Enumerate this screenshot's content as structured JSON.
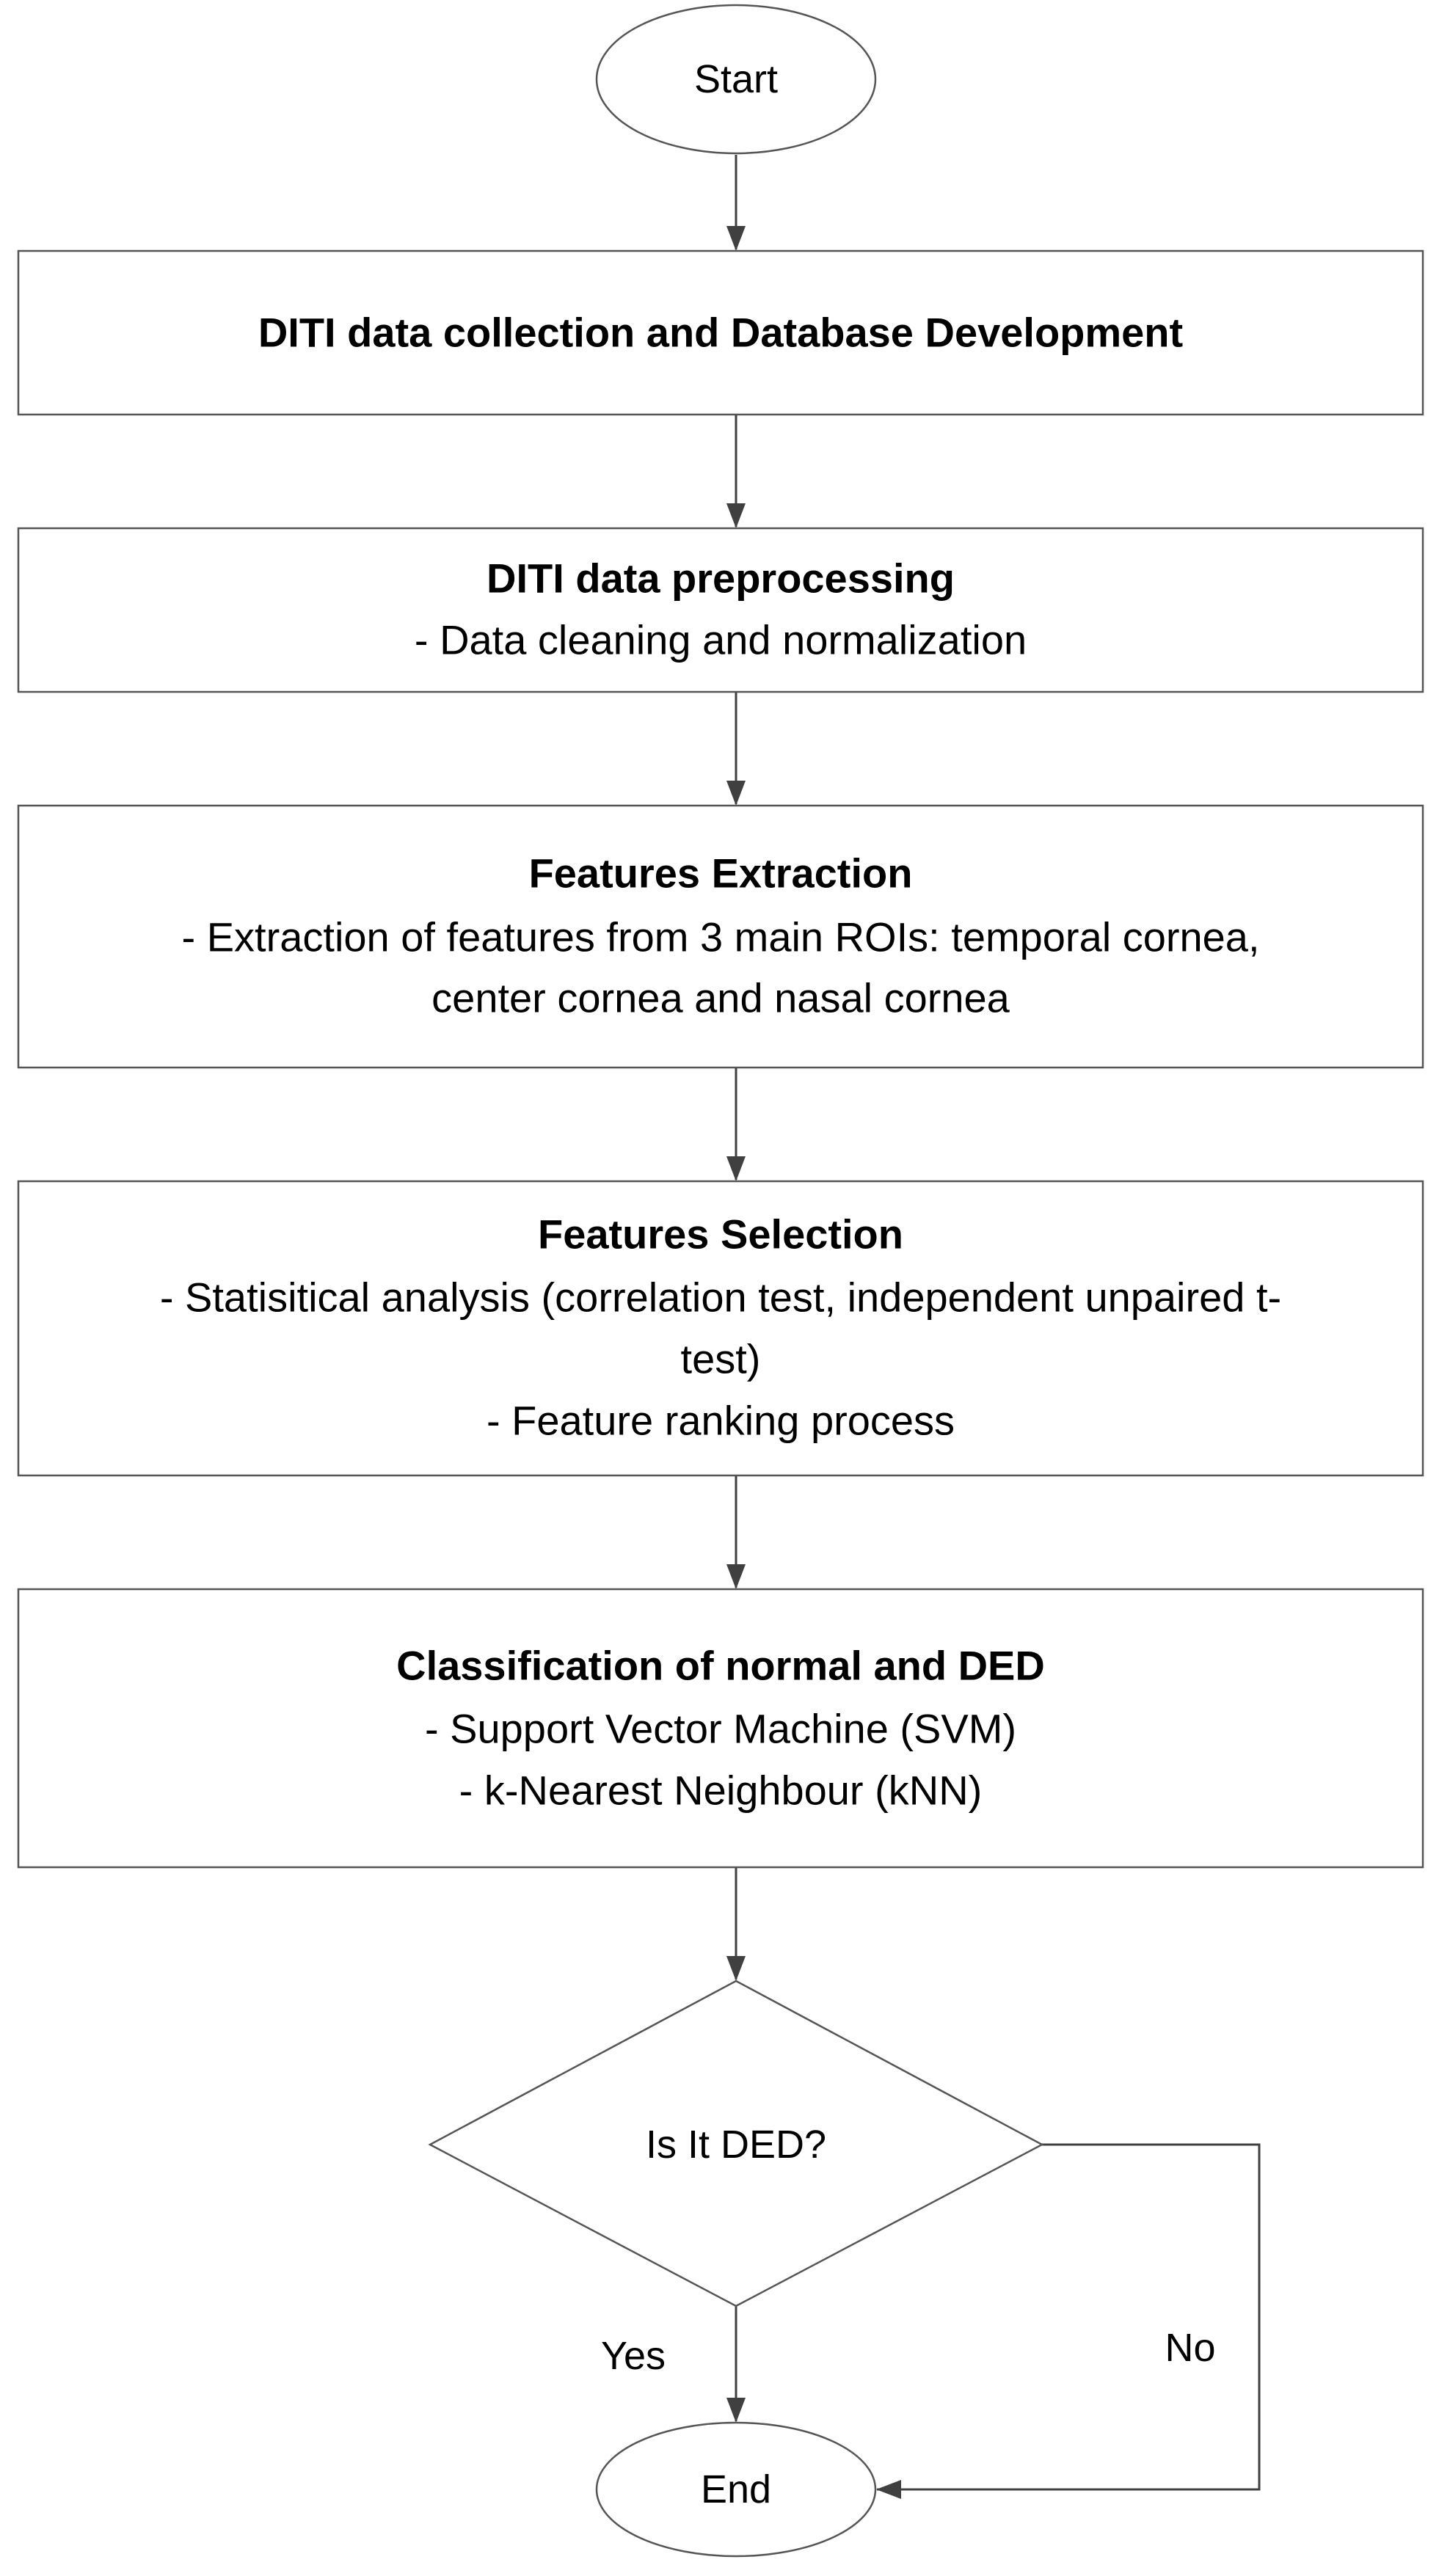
{
  "diagram": {
    "type": "flowchart",
    "start": {
      "label": "Start"
    },
    "steps": [
      {
        "title": "DITI data collection and Database Development",
        "lines": []
      },
      {
        "title": "DITI data preprocessing",
        "lines": [
          "- Data cleaning and normalization"
        ]
      },
      {
        "title": "Features Extraction",
        "lines": [
          "- Extraction of features from 3 main ROIs: temporal cornea,",
          "center cornea and nasal cornea"
        ]
      },
      {
        "title": "Features Selection",
        "lines": [
          "- Statisitical analysis (correlation test, independent unpaired t-",
          "test)",
          "- Feature ranking process"
        ]
      },
      {
        "title": "Classification of normal and DED",
        "lines": [
          "- Support Vector Machine (SVM)",
          "- k-Nearest Neighbour (kNN)"
        ]
      }
    ],
    "decision": {
      "label": "Is It DED?",
      "yes_label": "Yes",
      "no_label": "No"
    },
    "end": {
      "label": "End"
    }
  },
  "colors": {
    "line": "#404040",
    "border": "#555555",
    "text": "#000000",
    "background": "#ffffff"
  }
}
